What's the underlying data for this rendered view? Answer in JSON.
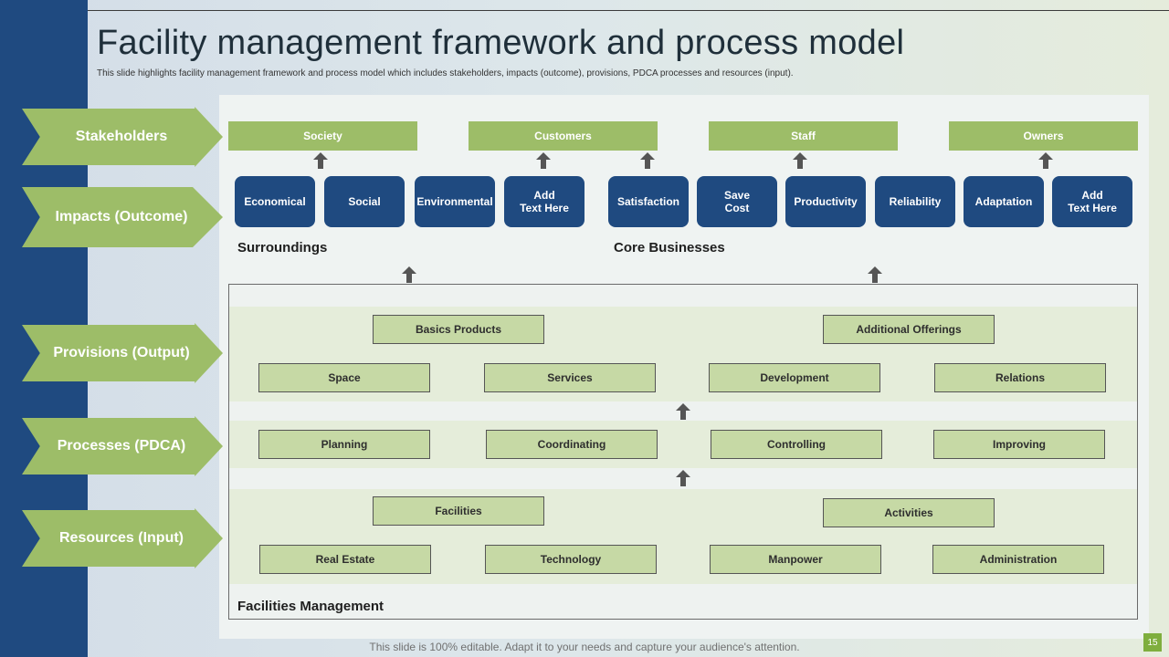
{
  "title": "Facility management  framework and process model",
  "subtitle": "This slide highlights facility management  framework and process model which includes stakeholders, impacts (outcome), provisions, PDCA  processes and resources (input).",
  "rows": {
    "stakeholders": "Stakeholders",
    "impacts": "Impacts (Outcome)",
    "provisions": "Provisions (Output)",
    "processes": "Processes  (PDCA)",
    "resources": "Resources  (Input)"
  },
  "stakeholders": [
    "Society",
    "Customers",
    "Staff",
    "Owners"
  ],
  "impacts": [
    "Economical",
    "Social",
    "Environmental",
    "Add\nText Here",
    "Satisfaction",
    "Save\nCost",
    "Productivity",
    "Reliability",
    "Adaptation",
    "Add\nText Here"
  ],
  "sections": {
    "surroundings": "Surroundings",
    "core_businesses": "Core Businesses",
    "facilities_management": "Facilities Management"
  },
  "provisions": {
    "basics": "Basics Products",
    "additional": "Additional  Offerings",
    "items": [
      "Space",
      "Services",
      "Development",
      "Relations"
    ]
  },
  "processes": [
    "Planning",
    "Coordinating",
    "Controlling",
    "Improving"
  ],
  "resources": {
    "facilities": "Facilities",
    "activities": "Activities",
    "items": [
      "Real Estate",
      "Technology",
      "Manpower",
      "Administration"
    ]
  },
  "colors": {
    "navy": "#1f4a80",
    "green": "#9dbd68",
    "light_green": "#c6d9a5"
  },
  "footer": "This slide is 100% editable. Adapt it to your needs and capture your audience's attention.",
  "page_number": "15"
}
